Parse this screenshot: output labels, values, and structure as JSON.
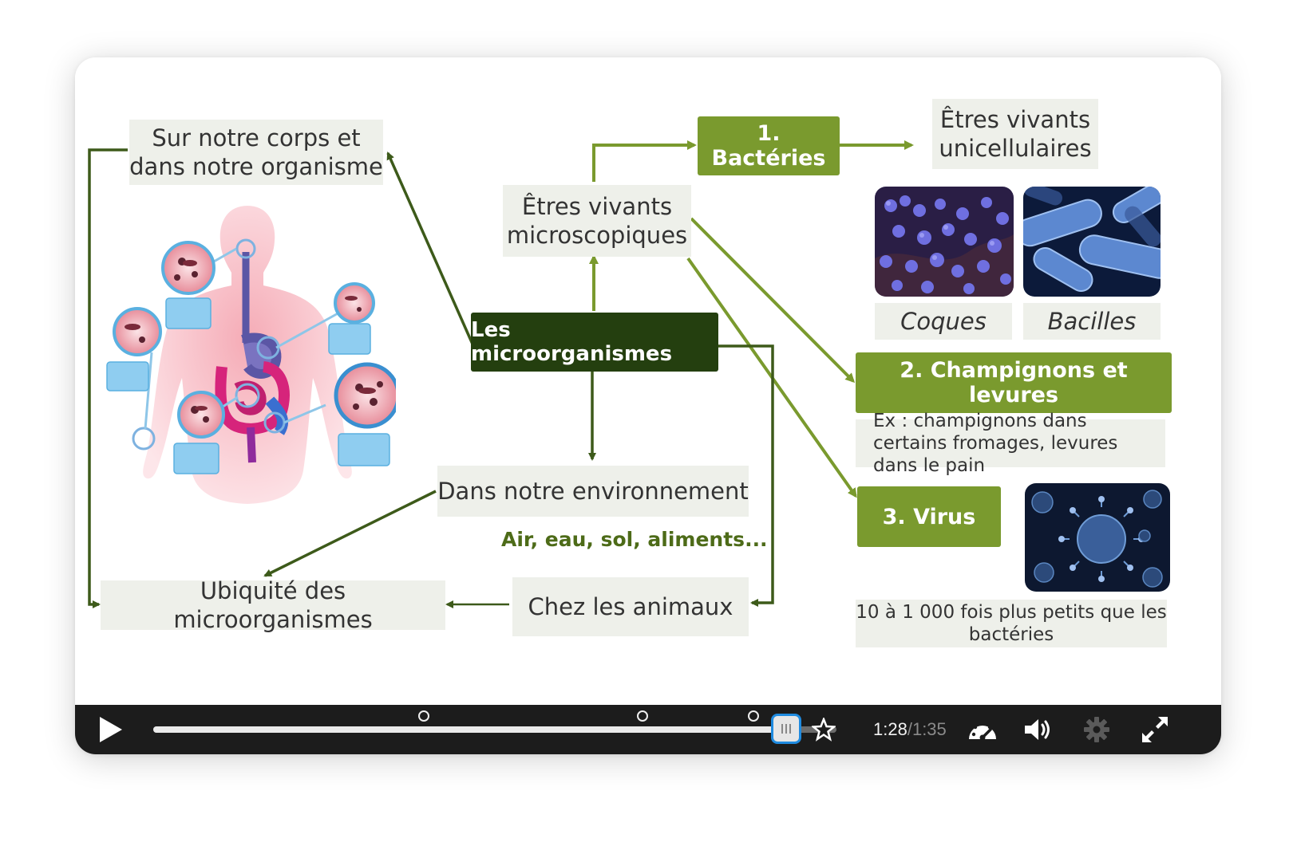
{
  "diagram": {
    "center": "Les microorganismes",
    "body_box": "Sur notre corps et dans notre organisme",
    "micro_box": "Êtres vivants microscopiques",
    "env_box": "Dans notre environnement",
    "env_examples": "Air, eau, sol, aliments...",
    "animals_box": "Chez les animaux",
    "ubiquity_box": "Ubiquité des microorganismes",
    "bacteria": {
      "title": "1. Bactéries",
      "description": "Êtres vivants unicellulaires",
      "types": [
        "Coques",
        "Bacilles"
      ]
    },
    "fungi": {
      "title": "2. Champignons et levures",
      "example": "Ex : champignons dans certains fromages, levures dans le pain"
    },
    "virus": {
      "title": "3. Virus",
      "note": "10 à 1 000 fois plus petits  que les bactéries"
    },
    "colors": {
      "green": "#7a9a2e",
      "dark_green": "#243f0f",
      "box_bg": "#eef0ea",
      "accent_blue": "#1f8be0"
    }
  },
  "player": {
    "current_time": "1:28",
    "separator": " / ",
    "duration": "1:35",
    "progress": 0.926,
    "chapter_markers": [
      0.396,
      0.716,
      0.878
    ],
    "icons": [
      "play-icon",
      "bookmark-star-icon",
      "speed-gauge-icon",
      "volume-icon",
      "settings-gear-icon",
      "fullscreen-icon"
    ]
  }
}
